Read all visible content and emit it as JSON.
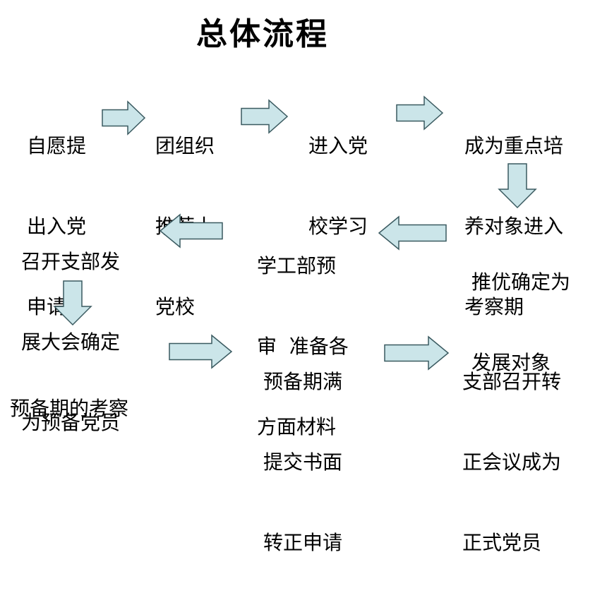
{
  "title": "总体流程",
  "colors": {
    "arrow_fill": "#cbe5e9",
    "arrow_stroke": "#3a5a60",
    "text": "#000000"
  },
  "nodes": [
    {
      "id": "n1",
      "lines": [
        "自愿提",
        "出入党",
        "申请"
      ]
    },
    {
      "id": "n2",
      "lines": [
        "团组织",
        "推荐上",
        "党校"
      ]
    },
    {
      "id": "n3",
      "lines": [
        "进入党",
        "校学习"
      ]
    },
    {
      "id": "n4",
      "lines": [
        "成为重点培",
        "养对象进入",
        "考察期"
      ]
    },
    {
      "id": "n5",
      "lines": [
        "推优确定为",
        "发展对象"
      ]
    },
    {
      "id": "n6",
      "lines": [
        "学工部预",
        "审  准备各",
        "方面材料"
      ]
    },
    {
      "id": "n7",
      "lines": [
        "召开支部发",
        "展大会确定",
        "为预备党员"
      ]
    },
    {
      "id": "n8",
      "lines": [
        "预备期的考察"
      ]
    },
    {
      "id": "n9",
      "lines": [
        "预备期满",
        "提交书面",
        "转正申请"
      ]
    },
    {
      "id": "n10",
      "lines": [
        "支部召开转",
        "正会议成为",
        "正式党员"
      ]
    }
  ],
  "edges": [
    {
      "from": "n1",
      "to": "n2",
      "direction": "right"
    },
    {
      "from": "n2",
      "to": "n3",
      "direction": "right"
    },
    {
      "from": "n3",
      "to": "n4",
      "direction": "right"
    },
    {
      "from": "n4",
      "to": "n5",
      "direction": "down"
    },
    {
      "from": "n5",
      "to": "n6",
      "direction": "left"
    },
    {
      "from": "n6",
      "to": "n7",
      "direction": "left"
    },
    {
      "from": "n7",
      "to": "n8",
      "direction": "down"
    },
    {
      "from": "n8",
      "to": "n9",
      "direction": "right"
    },
    {
      "from": "n9",
      "to": "n10",
      "direction": "right"
    }
  ]
}
